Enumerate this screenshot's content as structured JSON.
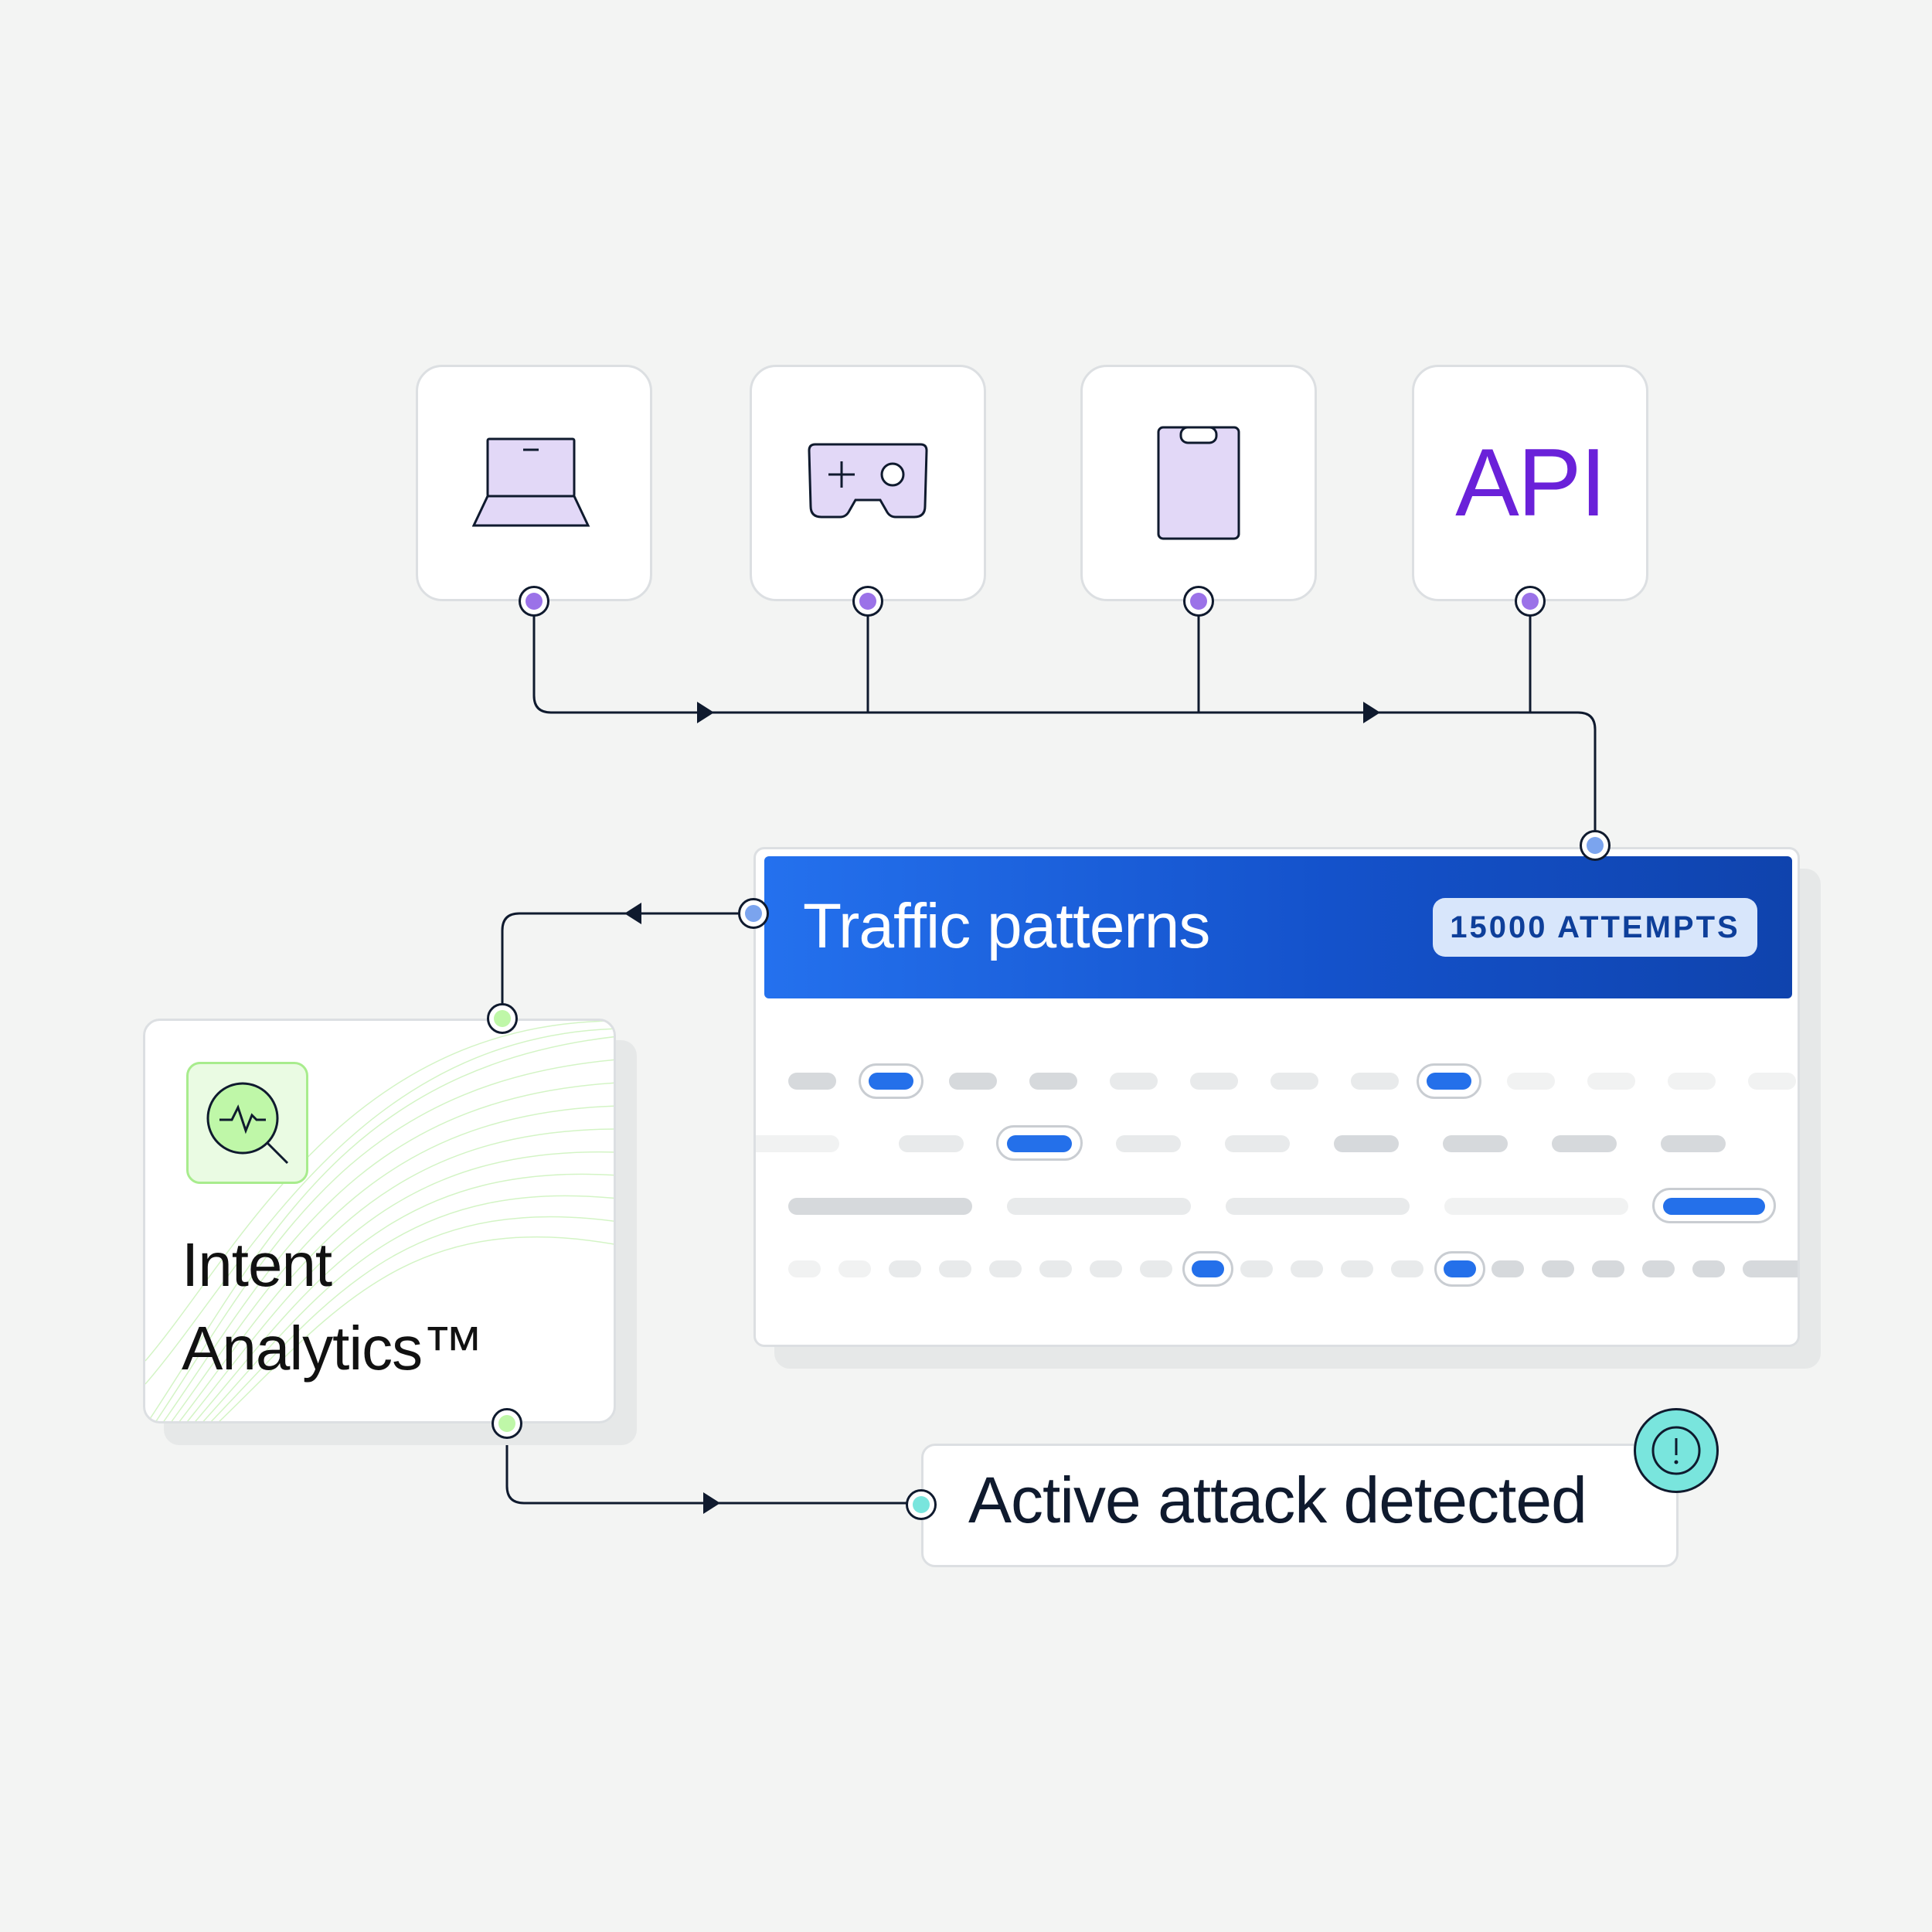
{
  "sources": [
    {
      "name": "laptop",
      "icon": "laptop-icon"
    },
    {
      "name": "game-controller",
      "icon": "game-controller-icon"
    },
    {
      "name": "mobile-phone",
      "icon": "mobile-phone-icon"
    },
    {
      "name": "api",
      "label": "API"
    }
  ],
  "traffic": {
    "title": "Traffic patterns",
    "badge": "15000 ATTEMPTS"
  },
  "intent": {
    "title_line1": "Intent",
    "title_line2": "Analytics™",
    "icon": "analytics-search-icon"
  },
  "alert": {
    "text": "Active attack detected",
    "icon": "exclamation-icon"
  },
  "colors": {
    "background": "#f3f4f3",
    "source_dot": "#9b72e8",
    "traffic_dot": "#7ba4ee",
    "intent_dot": "#bff7a8",
    "alert_dot": "#79e5dd",
    "accent_blue": "#2470ea",
    "api_purple": "#6a21d9",
    "wire": "#0f1a2e"
  }
}
